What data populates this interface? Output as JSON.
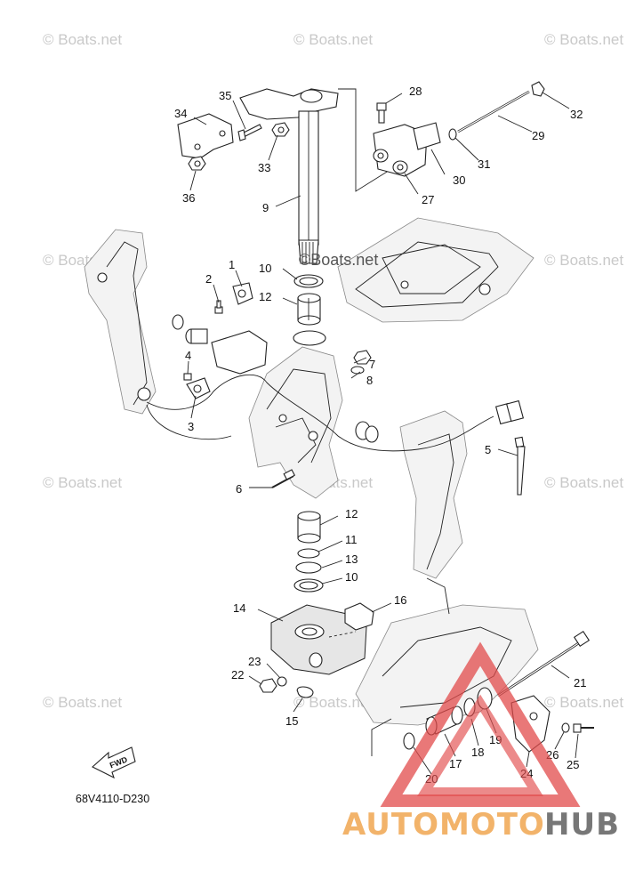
{
  "watermarks": [
    "© Boats.net",
    "© Boats.net",
    "© Boats.net",
    "© Boats.net",
    "© Boats.net",
    "© Boats.net",
    "© Boats.net",
    "© Boats.net",
    "© Boats.net",
    "© Boats.net",
    "© Boats.net"
  ],
  "center_watermark": "©Boats.net",
  "part_labels": [
    "1",
    "2",
    "3",
    "4",
    "5",
    "6",
    "7",
    "8",
    "9",
    "10",
    "10",
    "11",
    "12",
    "12",
    "13",
    "14",
    "15",
    "16",
    "17",
    "18",
    "19",
    "20",
    "21",
    "22",
    "23",
    "24",
    "25",
    "26",
    "27",
    "28",
    "29",
    "30",
    "31",
    "32",
    "33",
    "34",
    "35",
    "36"
  ],
  "diagram_code": "68V4110-D230",
  "fwd_label": "FWD",
  "brand": {
    "part1": "AUTOMOTO",
    "part2": "HUB"
  },
  "colors": {
    "line": "#222222",
    "brand_orange": "#f2b36a",
    "brand_gray": "#777777",
    "triangle_red": "#e24b4b",
    "watermark": "#c9c9c9"
  }
}
